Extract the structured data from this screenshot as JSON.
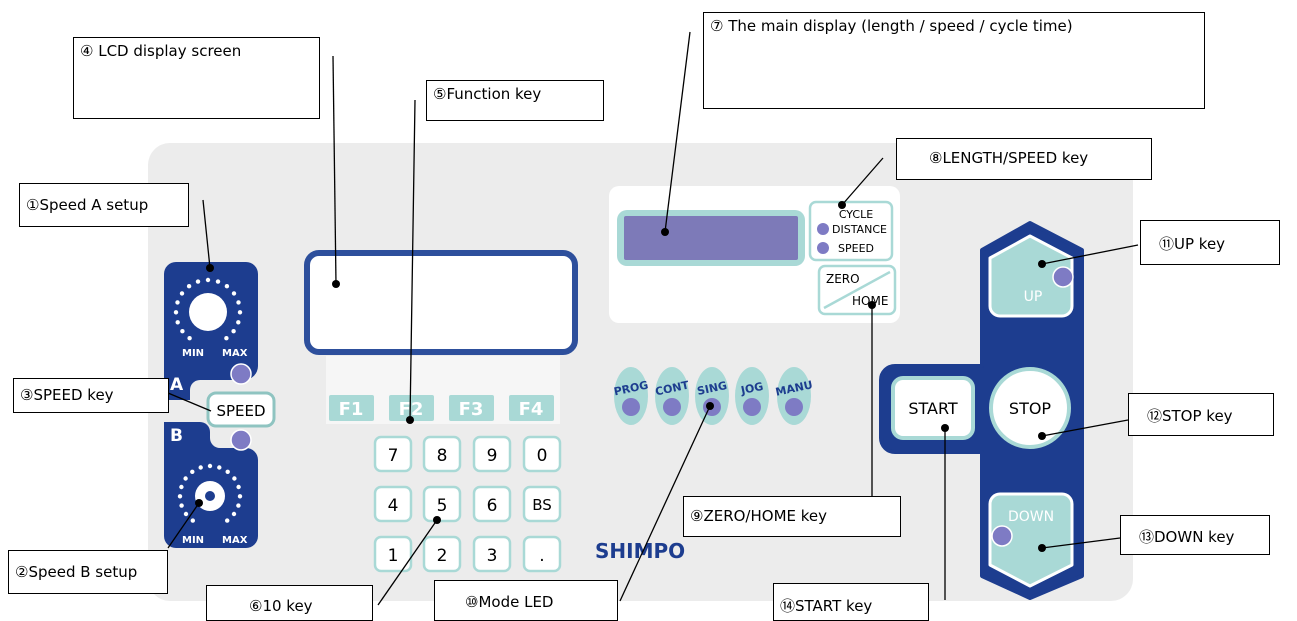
{
  "callouts": {
    "c1": "①Speed A setup",
    "c2": "②Speed B setup",
    "c3": "③SPEED key",
    "c4": "④ LCD display screen",
    "c5": "⑤Function key",
    "c6": "⑥10 key",
    "c7": "⑦ The main display (length / speed / cycle time)",
    "c8": "⑧LENGTH/SPEED key",
    "c9": "⑨ZERO/HOME key",
    "c10": "⑩Mode LED",
    "c11": "⑪UP key",
    "c12": "⑫STOP key",
    "c13": "⑬DOWN key",
    "c14": "⑭START key"
  },
  "panel": {
    "dial_min": "MIN",
    "dial_max": "MAX",
    "label_a": "A",
    "label_b": "B",
    "speed_key": "SPEED",
    "function_keys": [
      "F1",
      "F2",
      "F3",
      "F4"
    ],
    "keypad": [
      "7",
      "8",
      "9",
      "0",
      "4",
      "5",
      "6",
      "BS",
      "1",
      "2",
      "3",
      "."
    ],
    "mode_leds": [
      "PROG",
      "CONT",
      "SING",
      "JOG",
      "MANU"
    ],
    "display_modes": [
      "CYCLE",
      "DISTANCE",
      "SPEED"
    ],
    "zero_label": "ZERO",
    "home_label": "HOME",
    "brand": "SHIMPO",
    "start_key": "START",
    "stop_key": "STOP",
    "up_key": "UP",
    "down_key": "DOWN"
  },
  "colors": {
    "panel_bg": "#ececec",
    "navy": "#1d3d8f",
    "teal": "#a9d9d6",
    "teal_border": "#8fc4c1",
    "led_purple": "#7e7bc4",
    "display_purple": "#7d7ab8",
    "key_white": "#ffffff"
  }
}
